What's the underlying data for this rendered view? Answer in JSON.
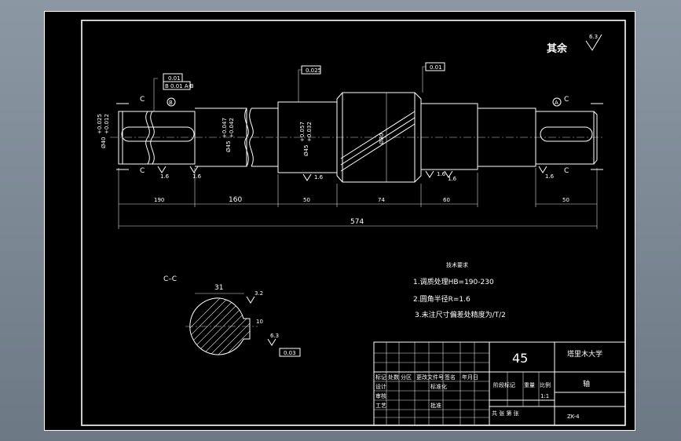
{
  "drawing": {
    "surface_note": "其余",
    "roughness_rest": "6.3",
    "dimensions": {
      "d_left": "190",
      "d_160": "160",
      "d_50a": "50",
      "d_74": "74",
      "d_60": "60",
      "d_50b": "50",
      "d_total": "574"
    },
    "diameters": {
      "left_end": "Ø40",
      "left_tol_top": "+0.025",
      "left_tol_bot": "+0.012",
      "mid": "Ø45",
      "mid_tol_top": "+0.047",
      "mid_tol_bot": "+0.042",
      "bearing": "Ø45",
      "bearing_tol_top": "+0.057",
      "bearing_tol_bot": "+0.032",
      "gear": "Ø80"
    },
    "section_labels": {
      "c_top_left": "C",
      "c_bot_left": "C",
      "c_top_right": "C",
      "c_bot_right": "C",
      "datum_b": "B",
      "datum_a": "A"
    },
    "tolerance_frames": {
      "f1": "0.01",
      "f2": "B 0.01 A-B",
      "f3": "0.025",
      "f4": "0.01"
    },
    "roughness_values": {
      "r1": "1.6",
      "r2": "1.6",
      "r3": "1.6",
      "r4": "1.6",
      "r5": "1.6",
      "r6": "1.6"
    }
  },
  "section_view": {
    "title": "C–C",
    "width_dim": "31",
    "key_dim": "10",
    "roughness": "3.2",
    "roughness2": "6.3",
    "tol_frame": "0.03"
  },
  "tech_req": {
    "heading": "技术要求",
    "items": [
      "1.调质处理HB=190-230",
      "2.圆角半径R=1.6",
      "3.未注尺寸偏差处精度为/T/2"
    ]
  },
  "title_block": {
    "material": "45",
    "school": "塔里木大学",
    "part_name": "轴",
    "drawing_no": "ZK-4",
    "scale_label": "比例",
    "mass_label": "重量",
    "stage_label": "阶段标记",
    "scale_value": "1:1",
    "sheet_text": "共 张  第 张",
    "rows": [
      [
        "标记",
        "处数",
        "分区",
        "更改文件号",
        "签名",
        "年月日"
      ],
      [
        "设计",
        "",
        "标准化",
        "",
        "",
        ""
      ],
      [
        "审核",
        "",
        "",
        "",
        "",
        ""
      ],
      [
        "工艺",
        "",
        "批准",
        "",
        "",
        ""
      ]
    ]
  }
}
